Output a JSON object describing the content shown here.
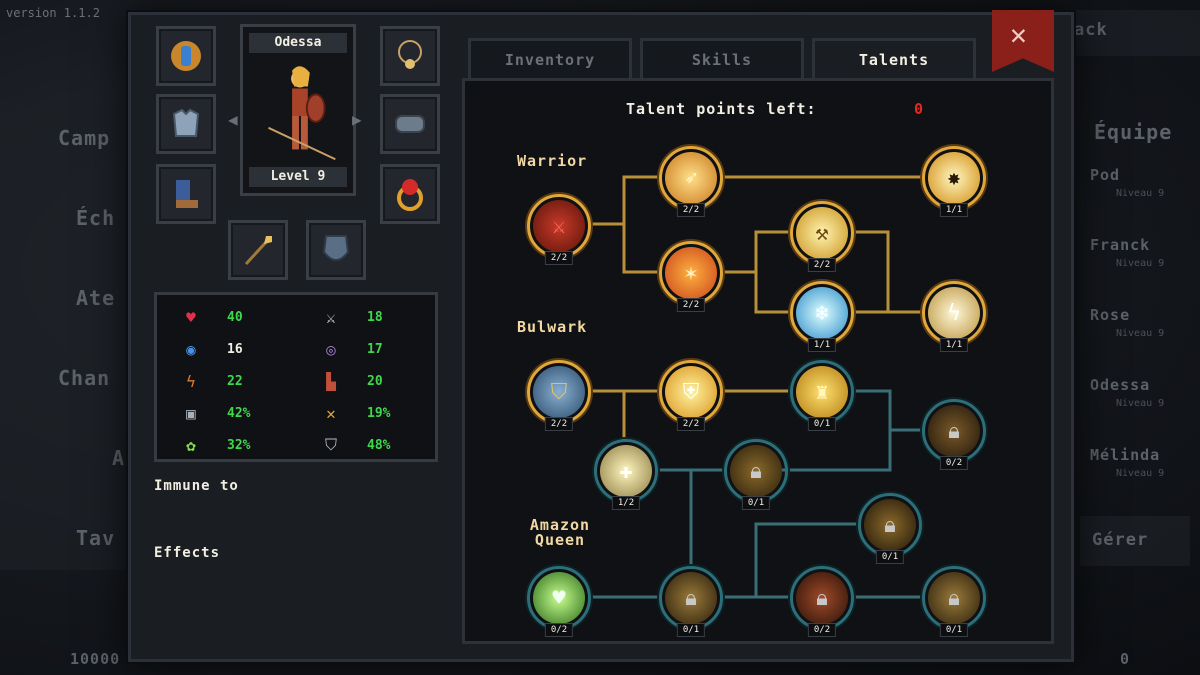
{
  "version": "version 1.1.2",
  "background": {
    "left_menu": [
      "Camp",
      "Éch",
      "Ate",
      "Chan",
      "A",
      "Tav"
    ],
    "right_title": "Équipe",
    "back_label": "ack",
    "team": [
      {
        "name": "Pod",
        "level": "Niveau 9"
      },
      {
        "name": "Franck",
        "level": "Niveau 9"
      },
      {
        "name": "Rose",
        "level": "Niveau 9"
      },
      {
        "name": "Odessa",
        "level": "Niveau 9"
      },
      {
        "name": "Mélinda",
        "level": "Niveau 9"
      }
    ],
    "manage_label": "Gérer",
    "gold": "10000",
    "right_count": "0"
  },
  "hero": {
    "name": "Odessa",
    "level": "Level 9"
  },
  "stats": [
    {
      "icon": "heart-icon",
      "value": "40",
      "color": "#3ed94a"
    },
    {
      "icon": "sword-icon",
      "value": "18",
      "color": "#3ed94a"
    },
    {
      "icon": "shield-orb-icon",
      "value": "16",
      "color": "#f2efe2"
    },
    {
      "icon": "swirl-icon",
      "value": "17",
      "color": "#3ed94a"
    },
    {
      "icon": "lightning-icon",
      "value": "22",
      "color": "#3ed94a"
    },
    {
      "icon": "boot-icon",
      "value": "20",
      "color": "#3ed94a"
    },
    {
      "icon": "armor-icon",
      "value": "42%",
      "color": "#3ed94a"
    },
    {
      "icon": "crossed-swords-icon",
      "value": "19%",
      "color": "#3ed94a"
    },
    {
      "icon": "green-aura-icon",
      "value": "32%",
      "color": "#3ed94a"
    },
    {
      "icon": "silver-shield-icon",
      "value": "48%",
      "color": "#3ed94a"
    }
  ],
  "labels": {
    "immune": "Immune to",
    "effects": "Effects"
  },
  "tabs": [
    {
      "label": "Inventory",
      "active": false
    },
    {
      "label": "Skills",
      "active": false
    },
    {
      "label": "Talents",
      "active": true
    }
  ],
  "talents": {
    "points_label": "Talent points left:",
    "points_value": "0",
    "branches": [
      "Warrior",
      "Bulwark",
      "Amazon Queen"
    ],
    "nodes": [
      {
        "id": "w1",
        "count": "2/2",
        "style": "gold",
        "icon": "red-sword-plus-icon"
      },
      {
        "id": "w2",
        "count": "2/2",
        "style": "gold",
        "icon": "spear-thrust-icon"
      },
      {
        "id": "w3",
        "count": "1/1",
        "style": "gold",
        "icon": "burst-icon"
      },
      {
        "id": "w4",
        "count": "2/2",
        "style": "gold",
        "icon": "fire-strike-icon"
      },
      {
        "id": "w5",
        "count": "2/2",
        "style": "gold",
        "icon": "hammer-icon"
      },
      {
        "id": "w6",
        "count": "1/1",
        "style": "gold",
        "icon": "ice-strike-icon"
      },
      {
        "id": "w7",
        "count": "1/1",
        "style": "gold",
        "icon": "lightning-strike-icon"
      },
      {
        "id": "b1",
        "count": "2/2",
        "style": "gold",
        "icon": "shield-plus-icon"
      },
      {
        "id": "b2",
        "count": "2/2",
        "style": "gold",
        "icon": "glowing-shield-icon"
      },
      {
        "id": "b3",
        "count": "0/1",
        "style": "teal",
        "icon": "trophy-icon"
      },
      {
        "id": "b4",
        "count": "1/2",
        "style": "teal",
        "icon": "armor-plus-icon"
      },
      {
        "id": "b5",
        "count": "0/1",
        "style": "teal",
        "icon": "locked-icon"
      },
      {
        "id": "b6",
        "count": "0/2",
        "style": "teal",
        "icon": "locked-icon"
      },
      {
        "id": "a1",
        "count": "0/1",
        "style": "teal",
        "icon": "locked-icon"
      },
      {
        "id": "a2",
        "count": "0/2",
        "style": "teal",
        "icon": "green-heart-plus-icon"
      },
      {
        "id": "a3",
        "count": "0/1",
        "style": "teal",
        "icon": "locked-icon"
      },
      {
        "id": "a4",
        "count": "0/2",
        "style": "teal",
        "icon": "locked-icon"
      },
      {
        "id": "a5",
        "count": "0/1",
        "style": "teal",
        "icon": "locked-icon"
      }
    ]
  },
  "colors": {
    "accent_gold": "#e0a83a",
    "locked_teal": "#2d6f78",
    "stat_green": "#3ed94a",
    "points_red": "#e02a24",
    "close_red": "#8b1f1a"
  }
}
